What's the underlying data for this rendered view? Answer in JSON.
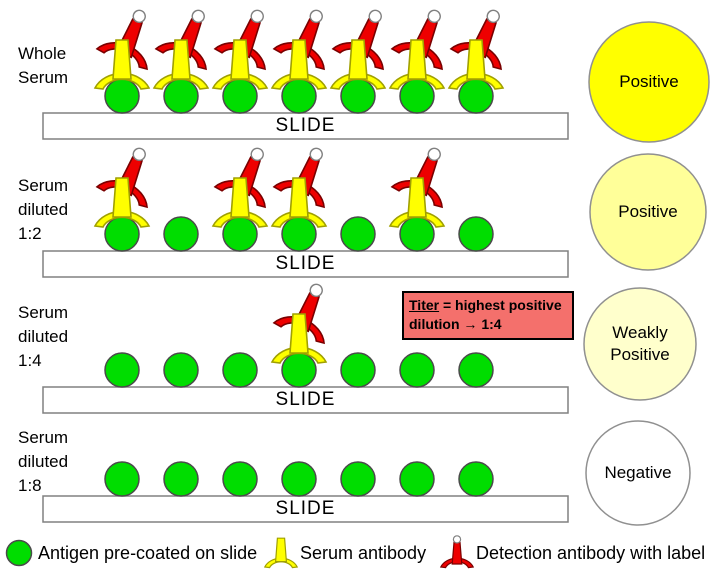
{
  "rows": [
    {
      "label": "Whole\nSerum",
      "slide_label": "SLIDE",
      "num_antigens": 7,
      "antibody_pattern": [
        1,
        1,
        1,
        1,
        1,
        1,
        1
      ],
      "result": {
        "label": "Positive",
        "fill": "#ffff00"
      }
    },
    {
      "label": "Serum\ndiluted\n1:2",
      "slide_label": "SLIDE",
      "num_antigens": 7,
      "antibody_pattern": [
        1,
        0,
        1,
        1,
        0,
        1,
        0
      ],
      "result": {
        "label": "Positive",
        "fill": "#ffff99"
      }
    },
    {
      "label": "Serum\ndiluted\n1:4",
      "slide_label": "SLIDE",
      "num_antigens": 7,
      "antibody_pattern": [
        0,
        0,
        0,
        1,
        0,
        0,
        0
      ],
      "result": {
        "label": "Weakly\nPositive",
        "fill": "#ffffcc"
      },
      "note": {
        "term": "Titer",
        "line1_rest": " = highest positive",
        "line2": "dilution → 1:4"
      }
    },
    {
      "label": "Serum\ndiluted\n1:8",
      "slide_label": "SLIDE",
      "num_antigens": 7,
      "antibody_pattern": [
        0,
        0,
        0,
        0,
        0,
        0,
        0
      ],
      "result": {
        "label": "Negative",
        "fill": "#ffffff"
      }
    }
  ],
  "legend": {
    "items": [
      {
        "icon": "antigen-icon",
        "label": "Antigen pre-coated on slide"
      },
      {
        "icon": "serum-antibody-icon",
        "label": "Serum antibody"
      },
      {
        "icon": "detection-antibody-icon",
        "label": "Detection antibody with label"
      }
    ]
  },
  "colors": {
    "antigen": "#00dd00",
    "antigen_stroke": "#4a4a4a",
    "serum_antibody": "#ffff00",
    "serum_antibody_stroke": "#a0a000",
    "detection_antibody": "#ee0000",
    "detection_antibody_stroke": "#7a0000",
    "label_dot": "#ffffff",
    "label_dot_stroke": "#808080",
    "slide_fill": "#ffffff",
    "slide_stroke": "#808080",
    "result_stroke": "#909090",
    "note_fill": "#f4706c",
    "note_border": "#000000"
  }
}
